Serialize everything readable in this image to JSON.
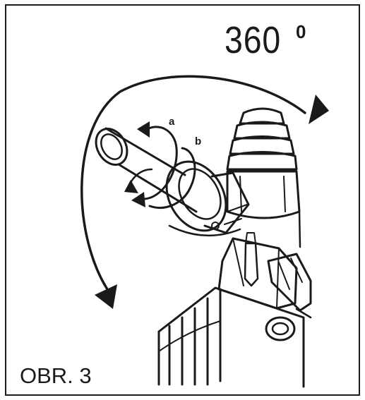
{
  "figure": {
    "angle_value": "360",
    "angle_unit": "0",
    "label_a": "a",
    "label_b": "b",
    "caption": "OBR. 3"
  },
  "colors": {
    "line": "#1a1a1a",
    "background": "#ffffff"
  },
  "icons": {
    "rotation_arrow": "curved-arrow-icon",
    "twist_arrows": "circular-arrow-icon"
  }
}
